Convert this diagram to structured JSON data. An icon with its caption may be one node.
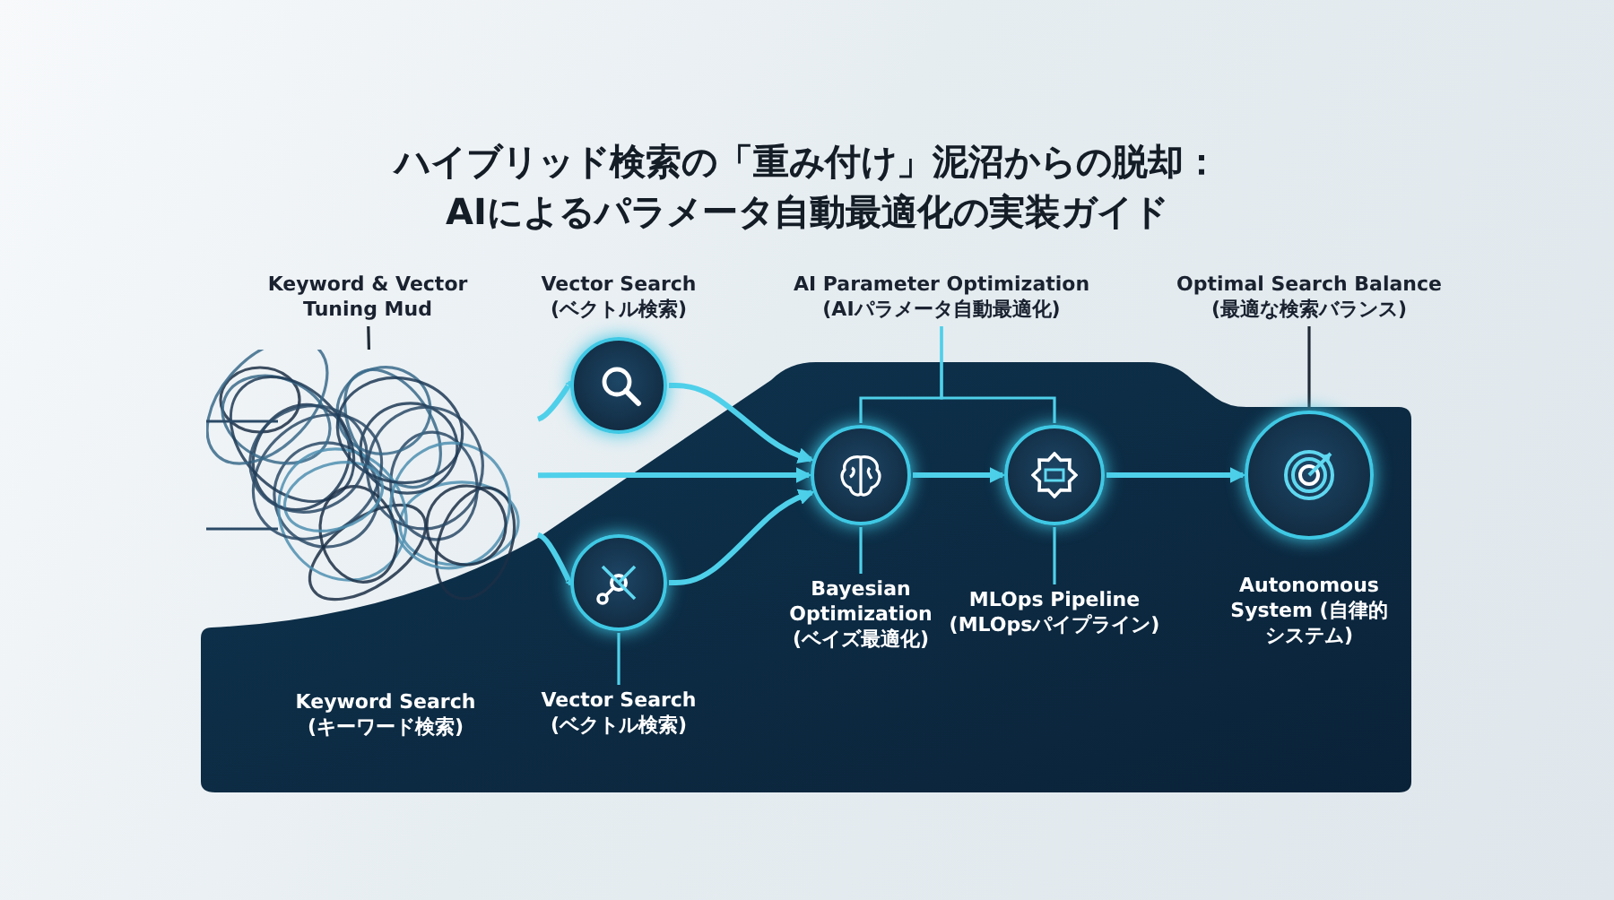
{
  "diagram": {
    "title": "ハイブリッド検索の「重み付け」泥沼からの脱却：AIによるパラメータ自動最適化の実装ガイド",
    "nodes": [
      {
        "text": [
          "Keyword & Vector Tuning Mud"
        ]
      },
      {
        "text": [],
        "shape": "picture"
      },
      {
        "text": [
          "Vector Search (ベクトル検索)"
        ]
      },
      {
        "text": [],
        "shape": "circle"
      },
      {
        "text": [],
        "shape": "circle"
      },
      {
        "text": [
          "Vector Search (ベクトル検索)"
        ]
      },
      {
        "text": [
          "AI Parameter Optimization (AIパラメータ自動最適化)"
        ]
      },
      {
        "text": [],
        "shape": "circle"
      },
      {
        "text": [],
        "shape": "circle"
      },
      {
        "text": [
          "Bayesian Optimization (ベイズ最適化)"
        ]
      },
      {
        "text": [
          "MLOps Pipeline (MLOpsパイプライン)"
        ]
      },
      {
        "text": [
          "Optimal Search Balance (最適な検索バランス)"
        ]
      },
      {
        "text": [],
        "shape": "circle"
      },
      {
        "text": [
          "Autonomous System (自律的システム)"
        ]
      }
    ],
    "edges": [
      {
        "from": 0,
        "to": 1,
        "arrow": "none",
        "color": "#1f2a36"
      },
      {
        "from": 1,
        "to": 3,
        "arrow": "to"
      },
      {
        "from": 1,
        "to": 4,
        "arrow": "to"
      },
      {
        "from": 1,
        "to": 7,
        "arrow": "to"
      },
      {
        "from": 3,
        "to": 7,
        "arrow": "to"
      },
      {
        "from": 4,
        "to": 7,
        "arrow": "to"
      },
      {
        "from": 7,
        "to": 8,
        "arrow": "to"
      },
      {
        "from": 8,
        "to": 12,
        "arrow": "to"
      },
      {
        "from": 6,
        "to": 7,
        "arrow": "none"
      },
      {
        "from": 6,
        "to": 8,
        "arrow": "none"
      },
      {
        "from": 7,
        "to": 9,
        "arrow": "none"
      },
      {
        "from": 8,
        "to": 10,
        "arrow": "none"
      },
      {
        "from": 4,
        "to": 5,
        "arrow": "none"
      },
      {
        "from": 11,
        "to": 12,
        "arrow": "none",
        "color": "#1f2a36"
      }
    ],
    "labels": [
      "Keyword Search (キーワード検索)"
    ]
  }
}
